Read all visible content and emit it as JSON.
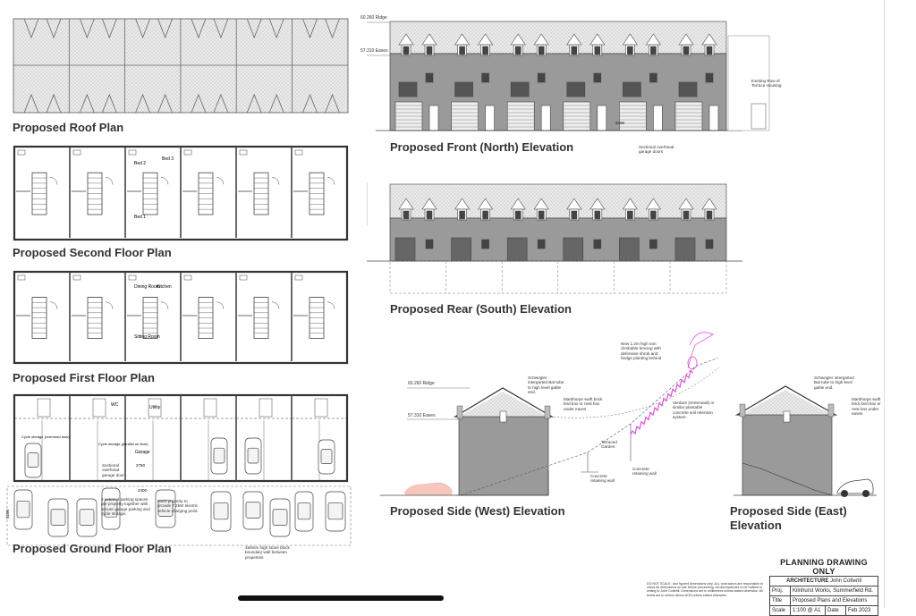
{
  "drawing_titles": {
    "roof_plan": "Proposed Roof Plan",
    "second_floor": "Proposed Second Floor Plan",
    "first_floor": "Proposed First Floor Plan",
    "ground_floor": "Proposed Ground Floor Plan",
    "front_elevation": "Proposed Front (North) Elevation",
    "rear_elevation": "Proposed Rear (South) Elevation",
    "side_west": "Proposed Side (West) Elevation",
    "side_east": "Proposed Side (East) Elevation"
  },
  "levels": {
    "ridge": "60.260 Ridge",
    "eaves": "57.310 Eaves"
  },
  "room_labels": {
    "bed2": "Bed 2",
    "bed3": "Bed 3",
    "bed1": "Bed 1",
    "dining": "Dining Room",
    "kitchen": "Kitchen",
    "sitting": "Sitting Room",
    "wc": "WC",
    "utility": "Utility",
    "garage": "Garage",
    "cycle_left": "Cycle storage (overhead rack)",
    "cycle_mid": "Cycle storage (parallel on floor)"
  },
  "annotations": {
    "existing_terrace": "Existing Row of Terrace Housing",
    "sectional_doors": "Sectional overhead garage doors",
    "dim_2400": "2400",
    "dim_2750": "2750",
    "dim_5200": "5200",
    "sectional_door_plan": "Sectional overhead garage door",
    "parking": "2 external parking spaces per property together with secure garage parking and cycle storage.",
    "ev_charging": "Each property to provide 7.2kW electric vehicle charging point.",
    "boundary_wall": "450mm high stone block boundary wall between properties",
    "bat_tube": "Schwegler intergarted Bat tube to high level gable end.",
    "manthorpe": "Manthorpe swift brick bird box or nest box under eaves",
    "fencing": "New 1.2m high non climbable fencing with defensive shrub and hedge planting behind",
    "verdure": "Verdure (Greenwall) or similar plantable concrete soil retention system.",
    "terraced_garden": "Terraced Garden",
    "concrete_wall_1": "Concrete retaining wall",
    "concrete_wall_2": "Concrete retaining wall",
    "bat_tube_east": "Schwegler intergarted Bat tube to high level gable end.",
    "manthorpe_east": "Manthorpe swift brick bird box or nest box under eaves"
  },
  "title_block": {
    "heading": "PLANNING DRAWING ONLY",
    "practice": "ARCHITECTURE",
    "architect": "John Cotterill",
    "proj_label": "Proj.",
    "proj_value": "Kilnhurst Works, Summerfield Rd.",
    "title_label": "Title",
    "title_value": "Proposed Plans and Elevations",
    "scale_label": "Scale",
    "scale_value": "1:100 @ A1",
    "date_label": "Date",
    "date_value": "Feb 2023"
  },
  "disclaimer": "DO NOT SCALE. Use figured dimensions only. ALL contractors are responsible to check all dimensions on site before proceeding. All discrepancies to be notified in writing to John Cotterill. Dimensions are in millimetres unless stated otherwise. All levels are in metres above AOD unless stated otherwise.",
  "colors": {
    "line": "#555555",
    "roof_hatch": "#cfcfcf",
    "brick": "#8a8a8a",
    "planting": "#e040e0",
    "vehicle_red": "#f2a79a"
  }
}
